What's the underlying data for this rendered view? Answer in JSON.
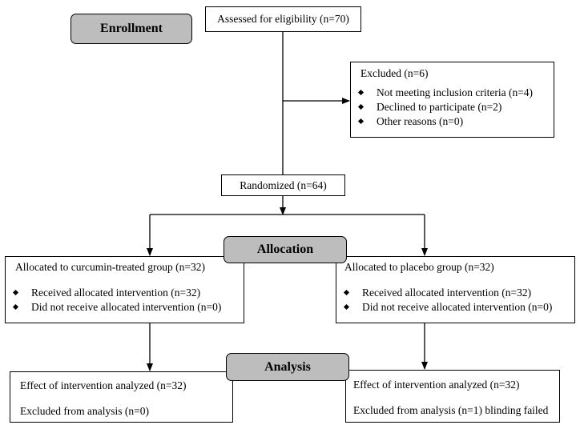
{
  "stages": {
    "enrollment": "Enrollment",
    "allocation": "Allocation",
    "analysis": "Analysis"
  },
  "assessed": "Assessed for eligibility (n=70)",
  "excluded": {
    "title": "Excluded (n=6)",
    "items": [
      "Not meeting inclusion criteria (n=4)",
      "Declined to participate (n=2)",
      "Other reasons (n=0)"
    ]
  },
  "randomized": "Randomized (n=64)",
  "allocation_left": {
    "title": "Allocated to curcumin-treated group (n=32)",
    "items": [
      "Received allocated intervention (n=32)",
      "Did not receive allocated intervention (n=0)"
    ]
  },
  "allocation_right": {
    "title": "Allocated to placebo group (n=32)",
    "items": [
      "Received allocated intervention (n=32)",
      "Did not receive allocated intervention (n=0)"
    ]
  },
  "analysis_left": {
    "analyzed": "Effect of intervention analyzed (n=32)",
    "excluded": "Excluded from analysis (n=0)"
  },
  "analysis_right": {
    "analyzed": "Effect of intervention analyzed (n=32)",
    "excluded": "Excluded from analysis (n=1) blinding failed"
  }
}
